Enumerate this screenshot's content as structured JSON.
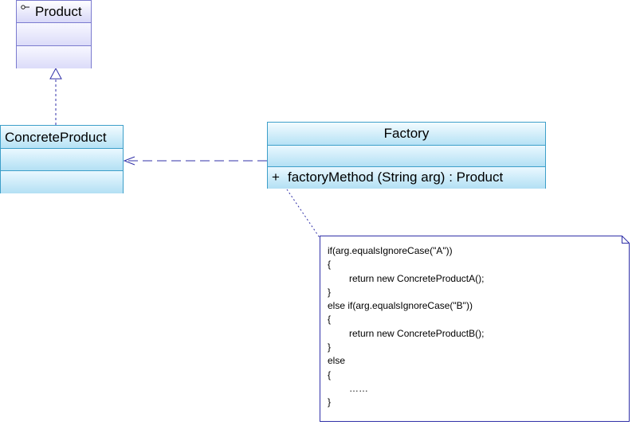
{
  "classes": {
    "product": {
      "name": "Product"
    },
    "concrete_product": {
      "name": "ConcreteProduct"
    },
    "factory": {
      "name": "Factory",
      "operation_visibility": "+",
      "operation": "factoryMethod (String arg)  : Product"
    }
  },
  "note": {
    "lines": [
      {
        "text": "if(arg.equalsIgnoreCase(\"A\"))",
        "indent": 0
      },
      {
        "text": "{",
        "indent": 0
      },
      {
        "text": "return new ConcreteProductA();",
        "indent": 1
      },
      {
        "text": "}",
        "indent": 0
      },
      {
        "text": "else if(arg.equalsIgnoreCase(\"B\"))",
        "indent": 0
      },
      {
        "text": "{",
        "indent": 0
      },
      {
        "text": "return new ConcreteProductB();",
        "indent": 1
      },
      {
        "text": "}",
        "indent": 0
      },
      {
        "text": "else",
        "indent": 0
      },
      {
        "text": "{",
        "indent": 0
      },
      {
        "text": "……",
        "indent": 1
      },
      {
        "text": "}",
        "indent": 0
      }
    ]
  },
  "relations": [
    {
      "type": "realization",
      "from": "ConcreteProduct",
      "to": "Product"
    },
    {
      "type": "dependency",
      "from": "Factory",
      "to": "ConcreteProduct"
    },
    {
      "type": "note-anchor",
      "from": "note",
      "to": "Factory"
    }
  ]
}
